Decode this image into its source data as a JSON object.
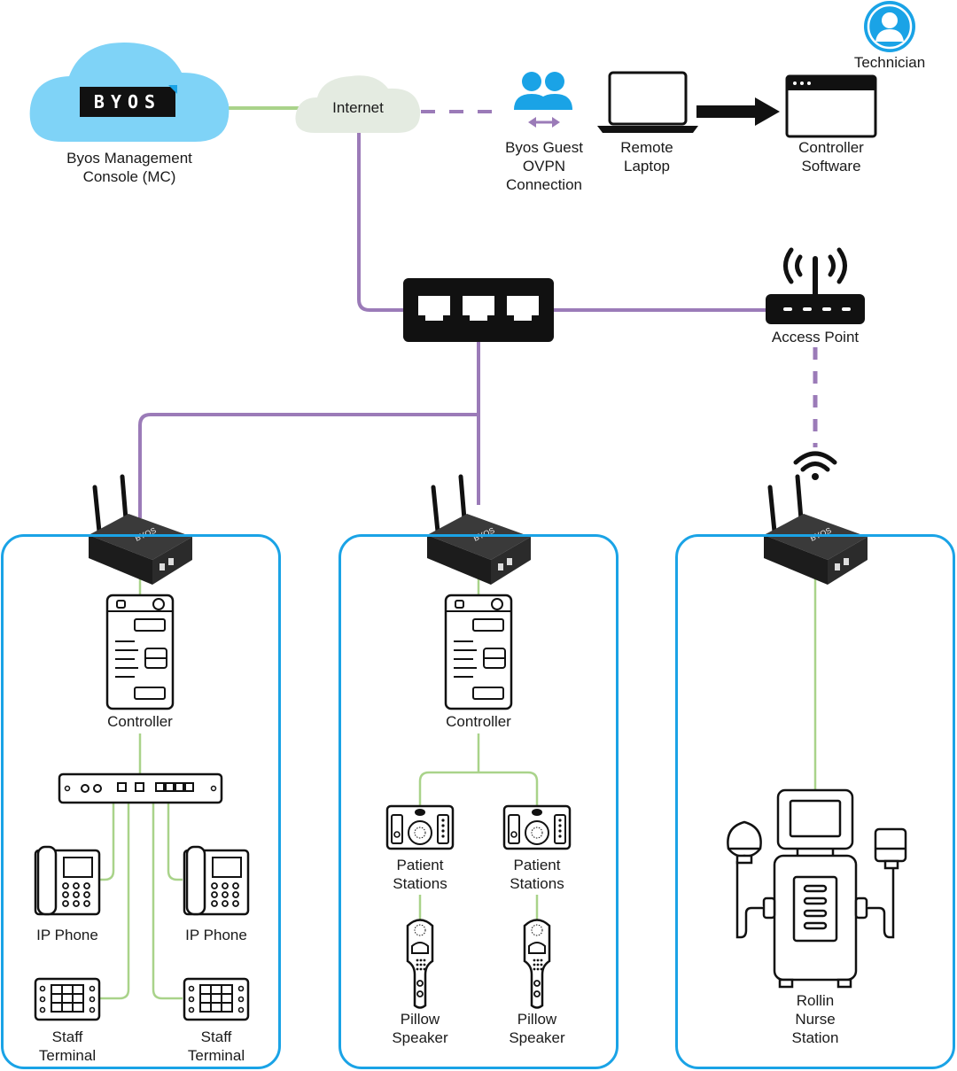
{
  "labels": {
    "mc": "Byos Management\nConsole (MC)",
    "byos_logo": "BYOS",
    "internet": "Internet",
    "guest": "Byos Guest\nOVPN\nConnection",
    "laptop": "Remote\nLaptop",
    "software": "Controller\nSoftware",
    "technician": "Technician",
    "access_point": "Access Point",
    "controller_1": "Controller",
    "controller_2": "Controller",
    "ip_phone_1": "IP Phone",
    "ip_phone_2": "IP Phone",
    "staff_terminal_1": "Staff\nTerminal",
    "staff_terminal_2": "Staff\nTerminal",
    "patient_station_1": "Patient\nStations",
    "patient_station_2": "Patient\nStations",
    "pillow_speaker_1": "Pillow\nSpeaker",
    "pillow_speaker_2": "Pillow\nSpeaker",
    "rollin": "Rollin\nNurse\nStation",
    "gateway_logo": "BYOS"
  },
  "colors": {
    "purple": "#9b7bb8",
    "green": "#a9d38a",
    "blue": "#1aa3e6",
    "cloud_blue": "#7fd3f7",
    "cloud_grey": "#e4ebe1"
  }
}
